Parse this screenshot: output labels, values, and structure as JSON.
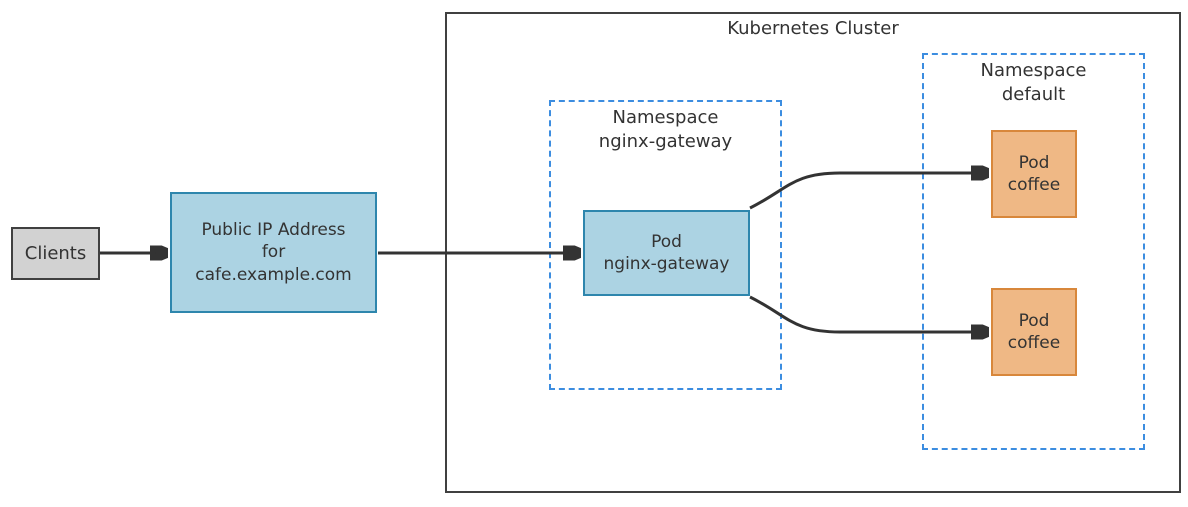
{
  "diagram": {
    "clients": {
      "label": "Clients"
    },
    "public_ip": {
      "label": "Public IP Address\nfor\ncafe.example.com"
    },
    "cluster": {
      "title": "Kubernetes Cluster",
      "namespace_nginx": {
        "label": "Namespace\nnginx-gateway",
        "pod": {
          "label": "Pod\nnginx-gateway"
        }
      },
      "namespace_default": {
        "label": "Namespace\ndefault",
        "pods": [
          {
            "label": "Pod\ncoffee"
          },
          {
            "label": "Pod\ncoffee"
          }
        ]
      }
    },
    "colors": {
      "blue_fill": "#acd3e3",
      "blue_border": "#2e86ad",
      "orange_fill": "#efb885",
      "orange_border": "#d8873b",
      "gray_fill": "#d2d2d2",
      "dark_border": "#404040",
      "namespace_dashed_blue": "#3c8de0",
      "arrow": "#333333"
    }
  }
}
